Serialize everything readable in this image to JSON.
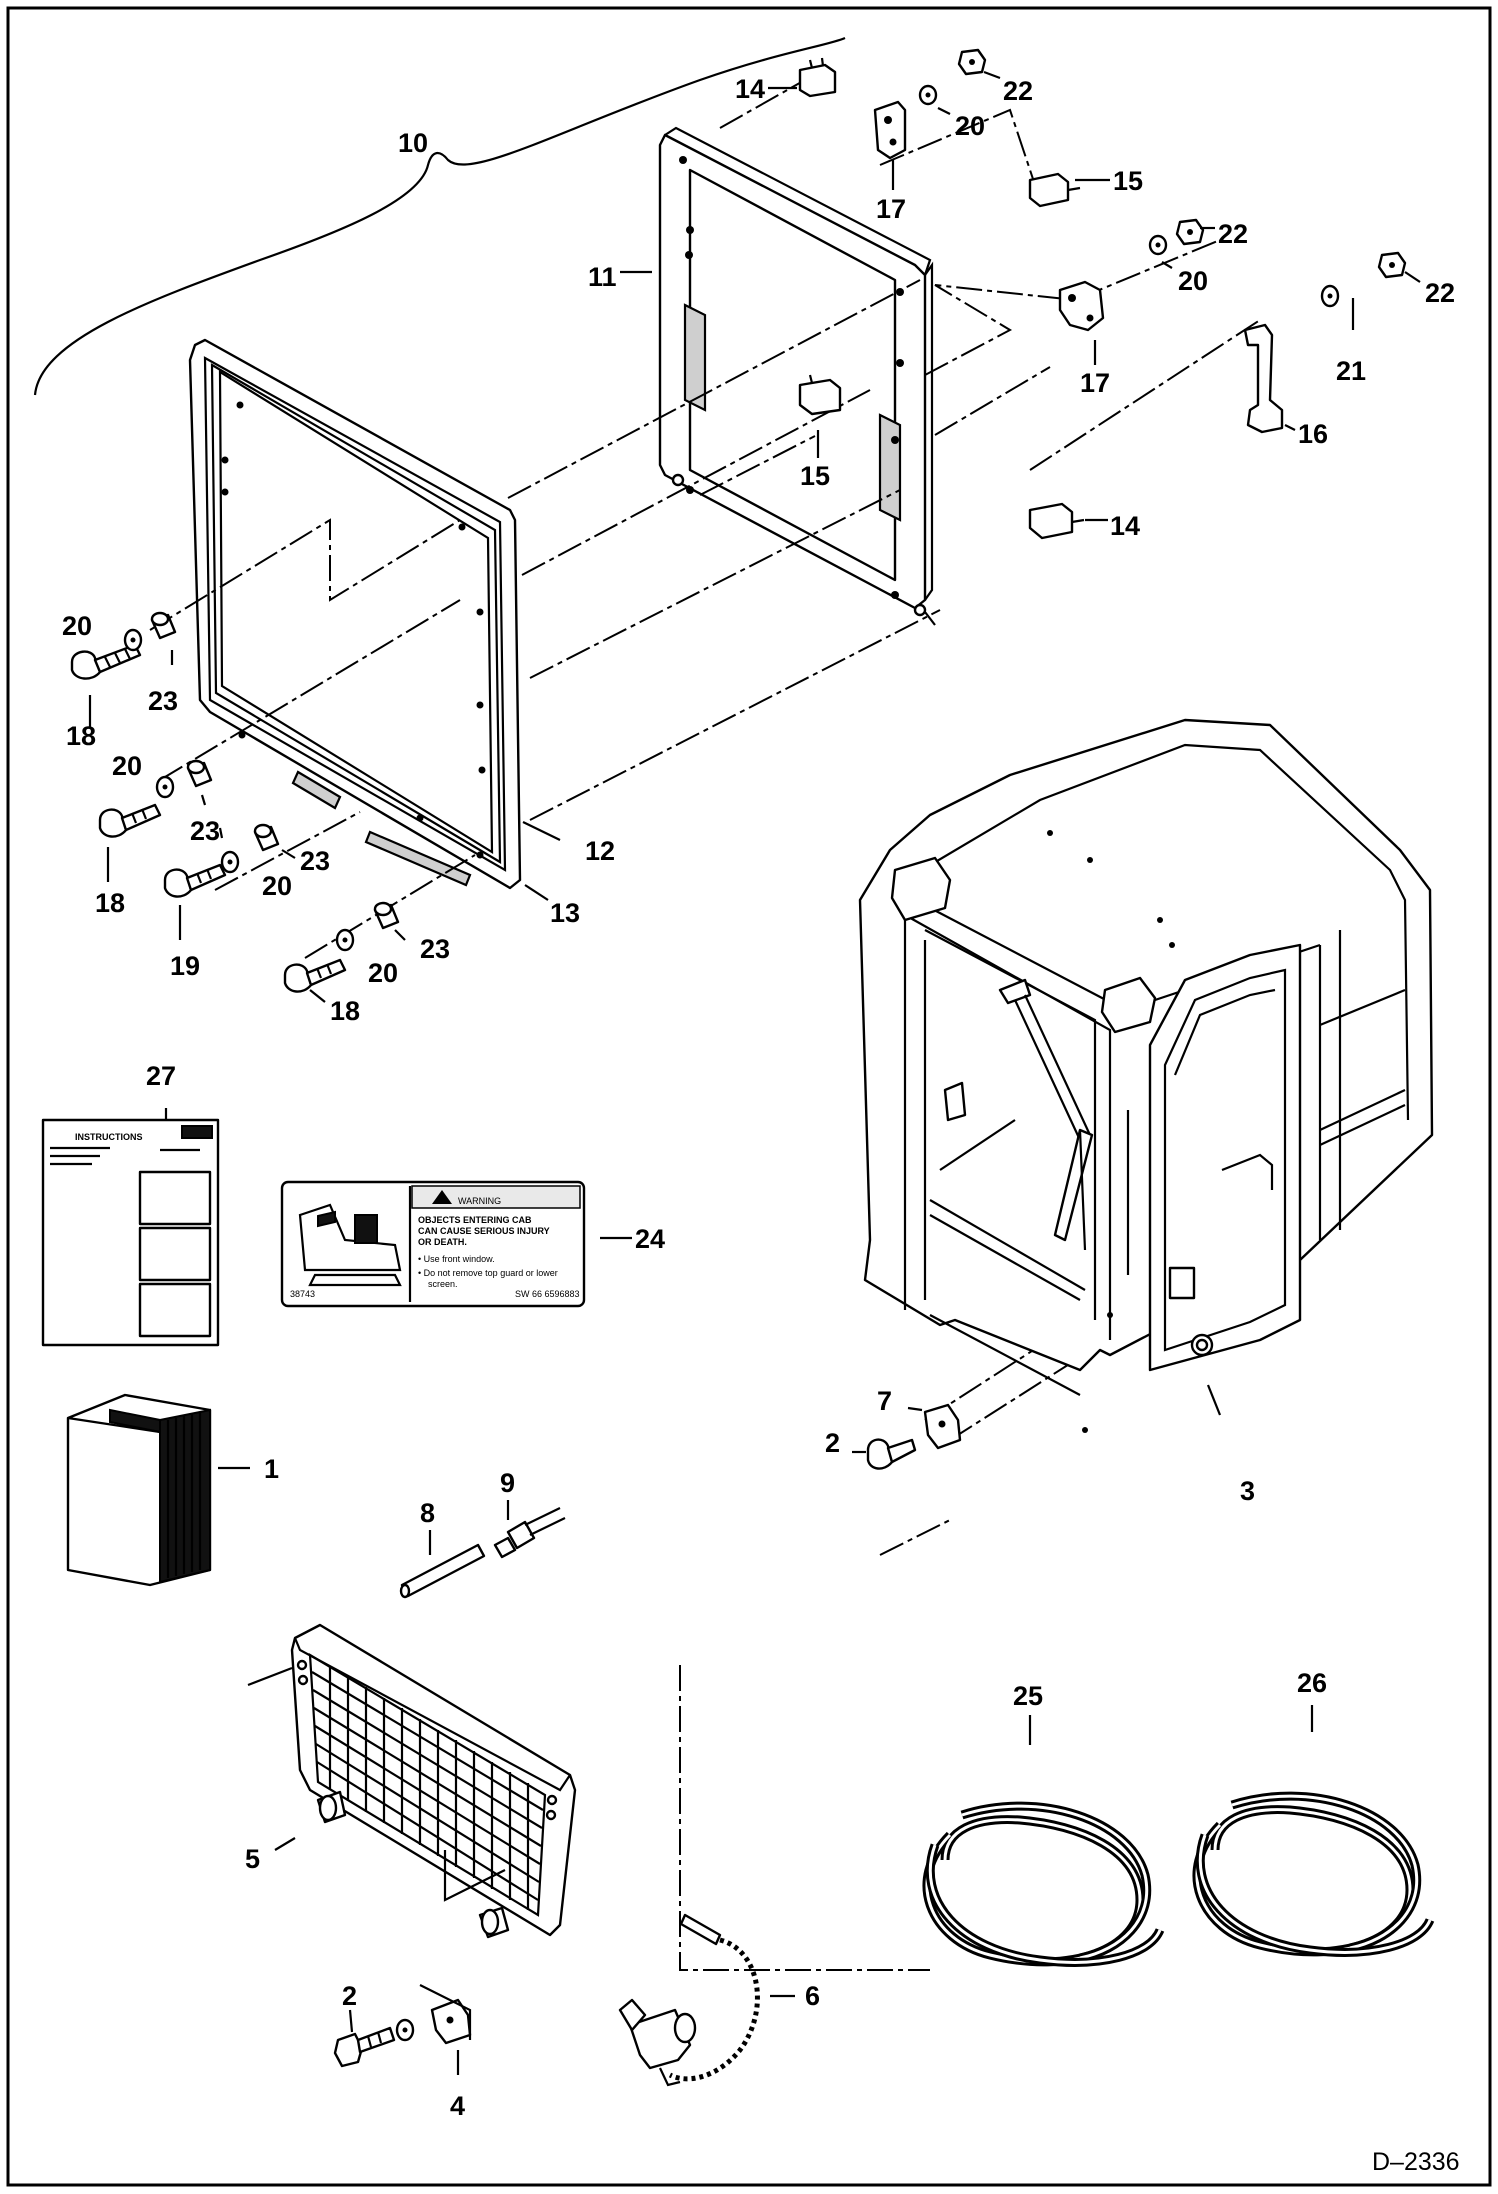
{
  "drawing_number": "D–2336",
  "callouts": {
    "c1": "1",
    "c2a": "2",
    "c2b": "2",
    "c3": "3",
    "c4": "4",
    "c5": "5",
    "c6": "6",
    "c7": "7",
    "c8": "8",
    "c9": "9",
    "c10": "10",
    "c11": "11",
    "c12": "12",
    "c13": "13",
    "c14a": "14",
    "c14b": "14",
    "c15a": "15",
    "c15b": "15",
    "c16": "16",
    "c17a": "17",
    "c17b": "17",
    "c18a": "18",
    "c18b": "18",
    "c18c": "18",
    "c19": "19",
    "c20a": "20",
    "c20b": "20",
    "c20c": "20",
    "c20d": "20",
    "c20e": "20",
    "c20f": "20",
    "c21": "21",
    "c22a": "22",
    "c22b": "22",
    "c22c": "22",
    "c23a": "23",
    "c23b": "23",
    "c23c": "23",
    "c23d": "23",
    "c24": "24",
    "c25": "25",
    "c26": "26",
    "c27": "27"
  },
  "warning_decal": {
    "heading": "WARNING",
    "line1": "OBJECTS ENTERING CAB",
    "line2": "CAN CAUSE SERIOUS INJURY",
    "line3": "OR DEATH.",
    "bullet1": "• Use front window.",
    "bullet2": "• Do not remove top guard or lower",
    "bullet2b": "screen.",
    "left_code": "38743",
    "right_code": "SW 66 6596883"
  },
  "instruction_sheet": {
    "heading": "INSTRUCTIONS"
  }
}
